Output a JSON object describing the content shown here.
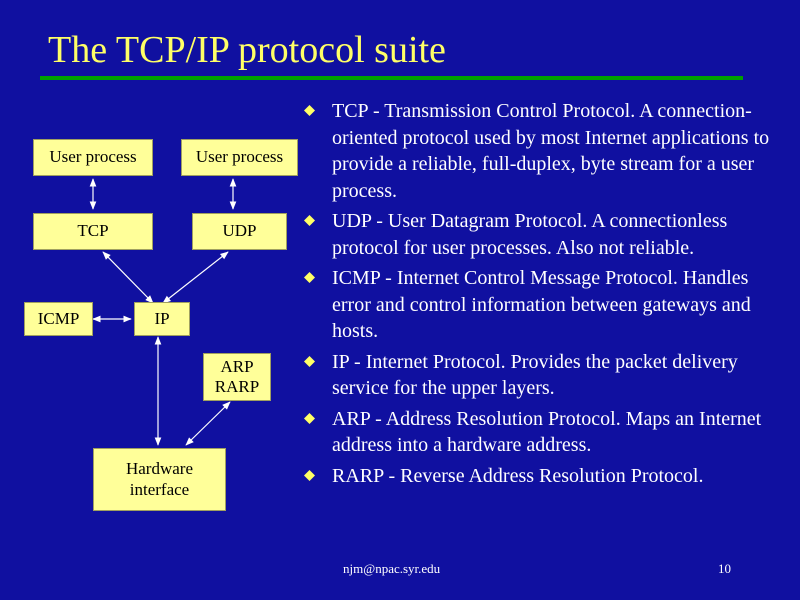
{
  "slide": {
    "title": "The TCP/IP protocol suite",
    "accent_title": "#ffff66",
    "accent_rule": "#00a000",
    "background": "#1010a0"
  },
  "diagram": {
    "box_color": "#ffff99",
    "boxes": {
      "user_process_left": "User process",
      "user_process_right": "User process",
      "tcp": "TCP",
      "udp": "UDP",
      "icmp": "ICMP",
      "ip": "IP",
      "arp": "ARP",
      "rarp": "RARP",
      "hardware_line1": "Hardware",
      "hardware_line2": "interface"
    }
  },
  "bullets": {
    "icon": "diamond-bullet-icon",
    "items": [
      "TCP - Transmission Control Protocol.   A connection-oriented protocol used by most Internet applications to provide a reliable, full-duplex, byte stream for a user process.",
      "UDP - User Datagram Protocol.  A connectionless protocol for user processes.  Also not reliable.",
      "ICMP - Internet Control Message Protocol. Handles error and control information between gateways and hosts.",
      "IP - Internet Protocol.  Provides the packet delivery service for the upper layers.",
      "ARP - Address Resolution Protocol.  Maps an Internet address into a hardware address.",
      "RARP - Reverse Address Resolution Protocol."
    ]
  },
  "footer": {
    "email": "njm@npac.syr.edu",
    "page_number": "10"
  }
}
